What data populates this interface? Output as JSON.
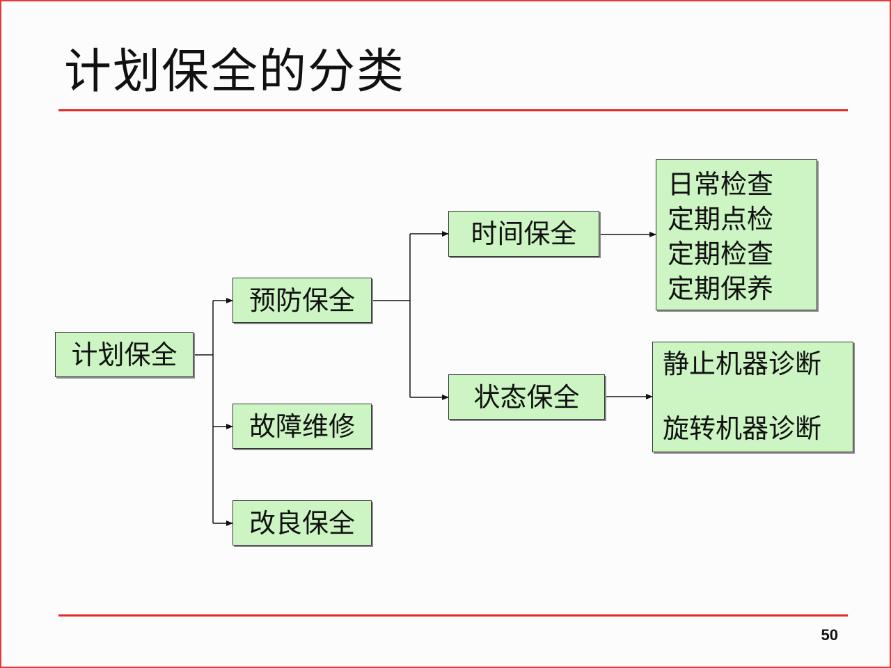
{
  "slide": {
    "title": "计划保全的分类",
    "page_number": "50"
  },
  "diagram": {
    "root": "计划保全",
    "level1": [
      "预防保全",
      "故障维修",
      "改良保全"
    ],
    "level2": [
      "时间保全",
      "状态保全"
    ],
    "time_maintenance_items": [
      "日常检查",
      "定期点检",
      "定期检查",
      "定期保养"
    ],
    "condition_maintenance_items": [
      "静止机器诊断",
      "旋转机器诊断"
    ]
  },
  "colors": {
    "node_fill": "#ccf5c3",
    "rule": "#e02a2a",
    "frame": "#e43a3a"
  }
}
